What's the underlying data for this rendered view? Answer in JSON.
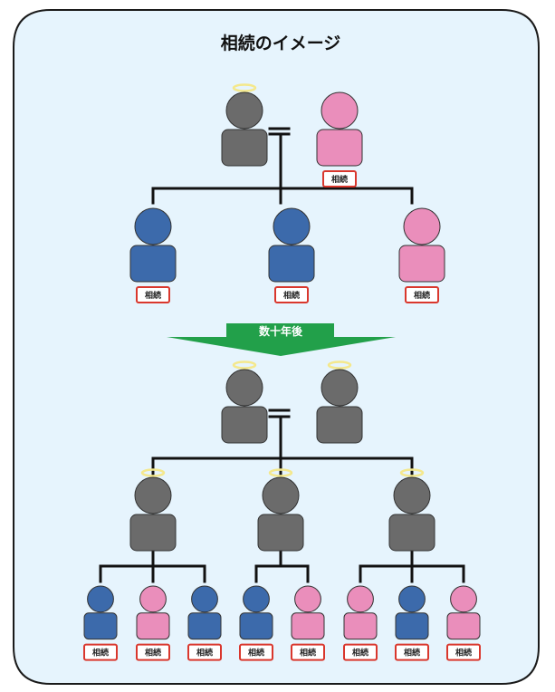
{
  "title": "相続のイメージ",
  "arrow_label": "数十年後",
  "inherit_label": "相続",
  "colors": {
    "background": "#e6f4fd",
    "border": "#1a1a1a",
    "deceased": "#6b6b6b",
    "male": "#3c6aab",
    "female": "#ea8ebb",
    "halo": "#f4e88c",
    "label_border": "#d9372d",
    "arrow": "#22a04a"
  }
}
